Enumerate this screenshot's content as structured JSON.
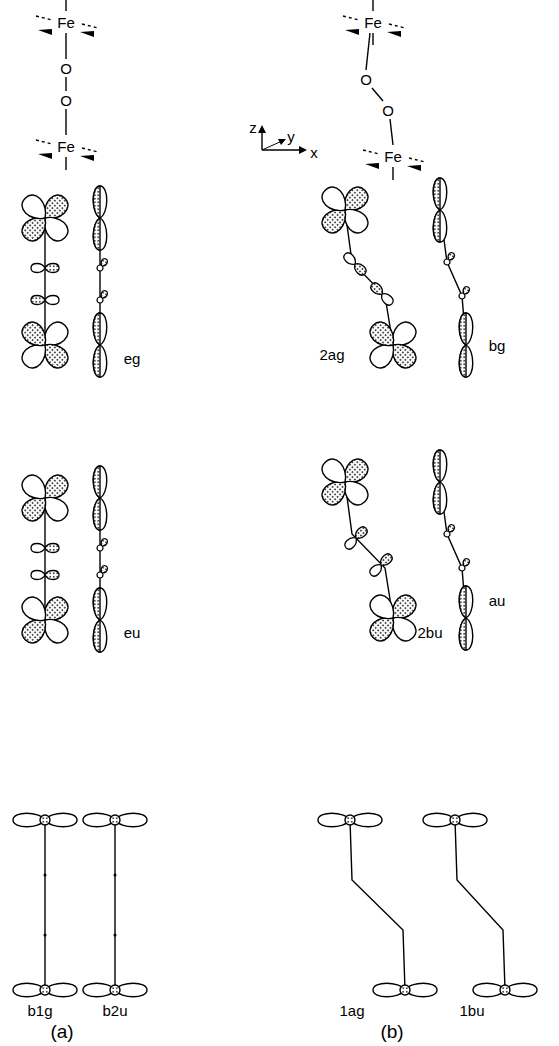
{
  "diagram": {
    "labels": [
      "Fe",
      "O",
      "O",
      "Fe",
      "Fe",
      "O",
      "O",
      "Fe",
      "z",
      "y",
      "x",
      "eg",
      "2ag",
      "bg",
      "eu",
      "2bu",
      "au",
      "b1g",
      "b2u",
      "1ag",
      "1bu",
      "(a)",
      "(b)"
    ]
  }
}
